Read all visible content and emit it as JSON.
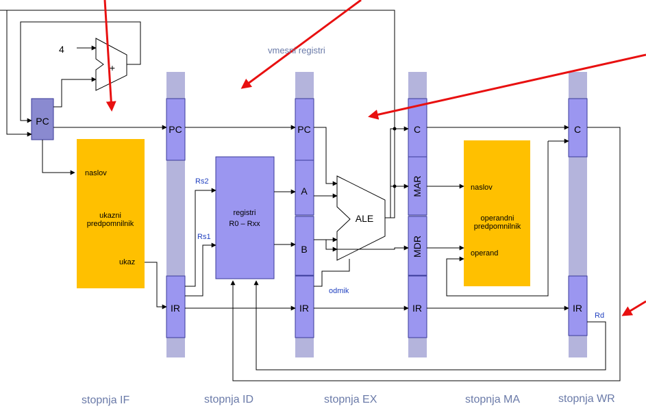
{
  "labels": {
    "const_four": "4",
    "adder": "+",
    "pc": "PC",
    "ir": "IR",
    "a": "A",
    "b": "B",
    "c": "C",
    "mar": "MAR",
    "mdr": "MDR",
    "alu": "ALE",
    "registers_line1": "registri",
    "registers_line2": "R0 – Rxx",
    "rs2": "Rs2",
    "rs1": "Rs1",
    "rd": "Rd",
    "offset": "odmik",
    "pipeline_registers": "vmesni registri"
  },
  "instruction_cache": {
    "address": "naslov",
    "title_line1": "ukazni",
    "title_line2": "predpomnilnik",
    "output": "ukaz"
  },
  "operand_cache": {
    "address": "naslov",
    "title_line1": "operandni",
    "title_line2": "predpomnilnik",
    "data": "operand"
  },
  "stages": [
    "stopnja IF",
    "stopnja ID",
    "stopnja EX",
    "stopnja MA",
    "stopnja WR"
  ],
  "colors": {
    "register_fill": "#9b96f0",
    "register_stroke": "#3a3a99",
    "pipeline_bar": "#b4b4dc",
    "cache_fill": "#ffc000",
    "arrow": "#e81010",
    "stage_text": "#6a7aa8"
  }
}
